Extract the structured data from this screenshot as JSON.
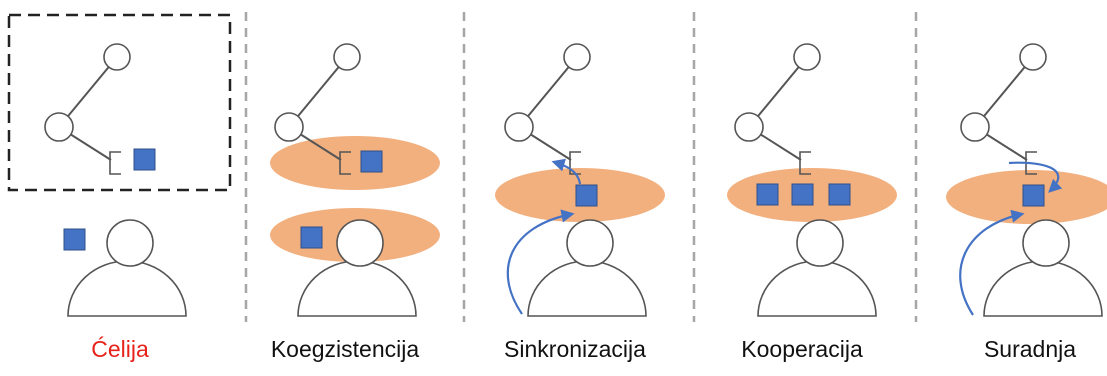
{
  "panels": [
    {
      "caption": "Ćelija",
      "mode": "cell"
    },
    {
      "caption": "Koegzistencija",
      "mode": "coexistence"
    },
    {
      "caption": "Sinkronizacija",
      "mode": "synchronization"
    },
    {
      "caption": "Kooperacija",
      "mode": "cooperation"
    },
    {
      "caption": "Suradnja",
      "mode": "collaboration"
    }
  ],
  "colors": {
    "highlight_caption": "#e8221b",
    "caption": "#111111",
    "ellipse": "#f2b07f",
    "square": "#4472c4",
    "square_border": "#2f4f8a",
    "arrow": "#4472c4",
    "outline": "#555555",
    "divider": "#a6a6a6",
    "dashed_box": "#222222"
  }
}
